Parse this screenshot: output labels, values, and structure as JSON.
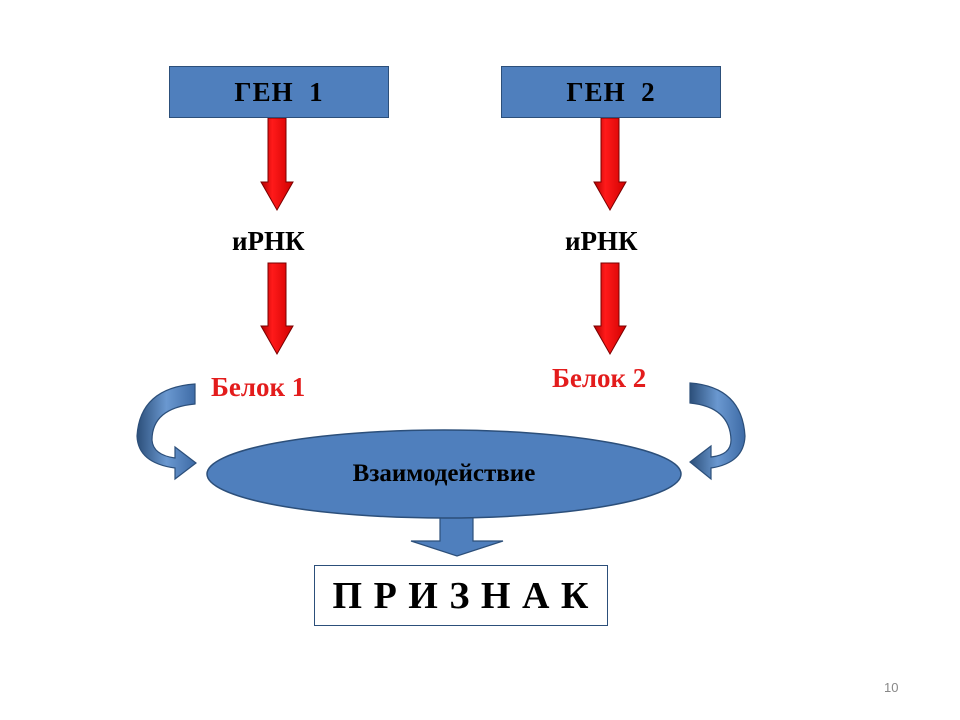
{
  "genes": [
    {
      "label": "ГЕН  1"
    },
    {
      "label": "ГЕН  2"
    }
  ],
  "mrna": [
    {
      "label": "иРНК"
    },
    {
      "label": "иРНК"
    }
  ],
  "proteins": [
    {
      "label": "Белок 1"
    },
    {
      "label": "Белок 2"
    }
  ],
  "interaction": {
    "label": "Взаимодействие"
  },
  "trait": {
    "label": "П Р И З Н А К"
  },
  "page_number": "10",
  "colors": {
    "box_fill": "#4f7fbd",
    "box_border": "#2c4f7a",
    "arrow_red": "#ff0000",
    "protein_text": "#e31c1c"
  }
}
